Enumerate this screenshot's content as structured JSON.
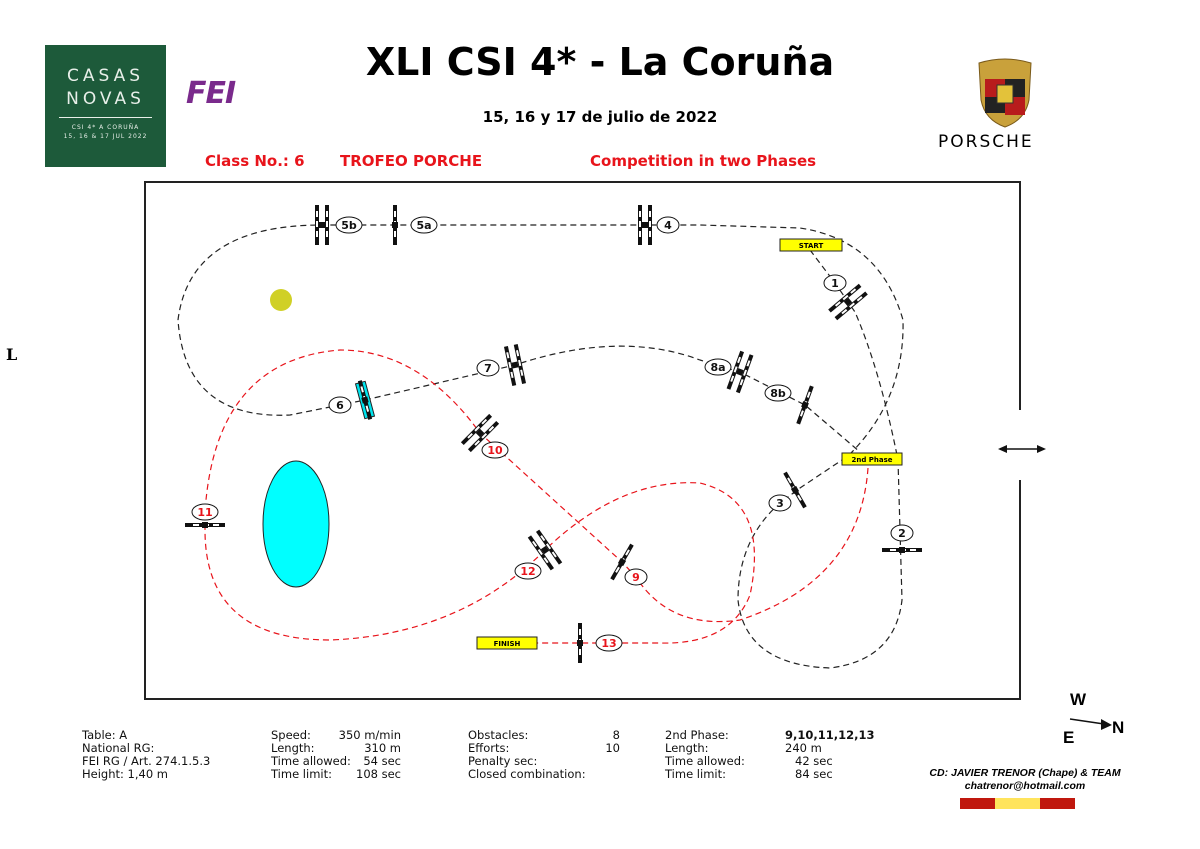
{
  "logos": {
    "casas_novas": {
      "line1": "CASAS",
      "line2": "NOVAS",
      "sub1": "CSI 4*   A CORUÑA",
      "sub2": "15, 16 & 17 JUL 2022"
    },
    "fei": "FEI",
    "porsche": "PORSCHE"
  },
  "header": {
    "title": "XLI CSI 4* - La Coruña",
    "dates": "15, 16 y 17 de julio de 2022",
    "class_no": "Class No.: 6",
    "trophy": "TROFEO PORCHE",
    "competition": "Competition in two Phases"
  },
  "side_mark": "L",
  "course": {
    "markers": {
      "start": "START",
      "second_phase": "2nd Phase",
      "finish": "FINISH"
    },
    "obstacles": [
      "1",
      "2",
      "3",
      "4",
      "5a",
      "5b",
      "6",
      "7",
      "8a",
      "8b",
      "9",
      "10",
      "11",
      "12",
      "13"
    ],
    "colors": {
      "phase1": "#222222",
      "phase2": "#e8141b",
      "water": "#00ffff",
      "marker": "#ffff00"
    }
  },
  "info": {
    "col1": [
      "Table: A",
      "National RG:",
      "FEI RG / Art. 274.1.5.3",
      "Height: 1,40 m"
    ],
    "col2": [
      {
        "k": "Speed:",
        "v": "350 m/min"
      },
      {
        "k": "Length:",
        "v": "310 m"
      },
      {
        "k": "Time allowed:",
        "v": "54 sec"
      },
      {
        "k": "Time limit:",
        "v": "108 sec"
      }
    ],
    "col3": [
      {
        "k": "Obstacles:",
        "v": "8"
      },
      {
        "k": "Efforts:",
        "v": "10"
      },
      {
        "k": "Penalty sec:",
        "v": ""
      },
      {
        "k": "Closed combination:",
        "v": ""
      }
    ],
    "col4": [
      {
        "k": "2nd Phase:",
        "v": "9,10,11,12,13"
      },
      {
        "k": "Length:",
        "v": "240 m"
      },
      {
        "k": "Time allowed:",
        "v": "42 sec"
      },
      {
        "k": "Time limit:",
        "v": "84 sec"
      }
    ]
  },
  "compass": {
    "w": "W",
    "e": "E",
    "n": "N"
  },
  "designer": {
    "name": "CD: JAVIER TRENOR (Chape) & TEAM",
    "email": "chatrenor@hotmail.com"
  }
}
